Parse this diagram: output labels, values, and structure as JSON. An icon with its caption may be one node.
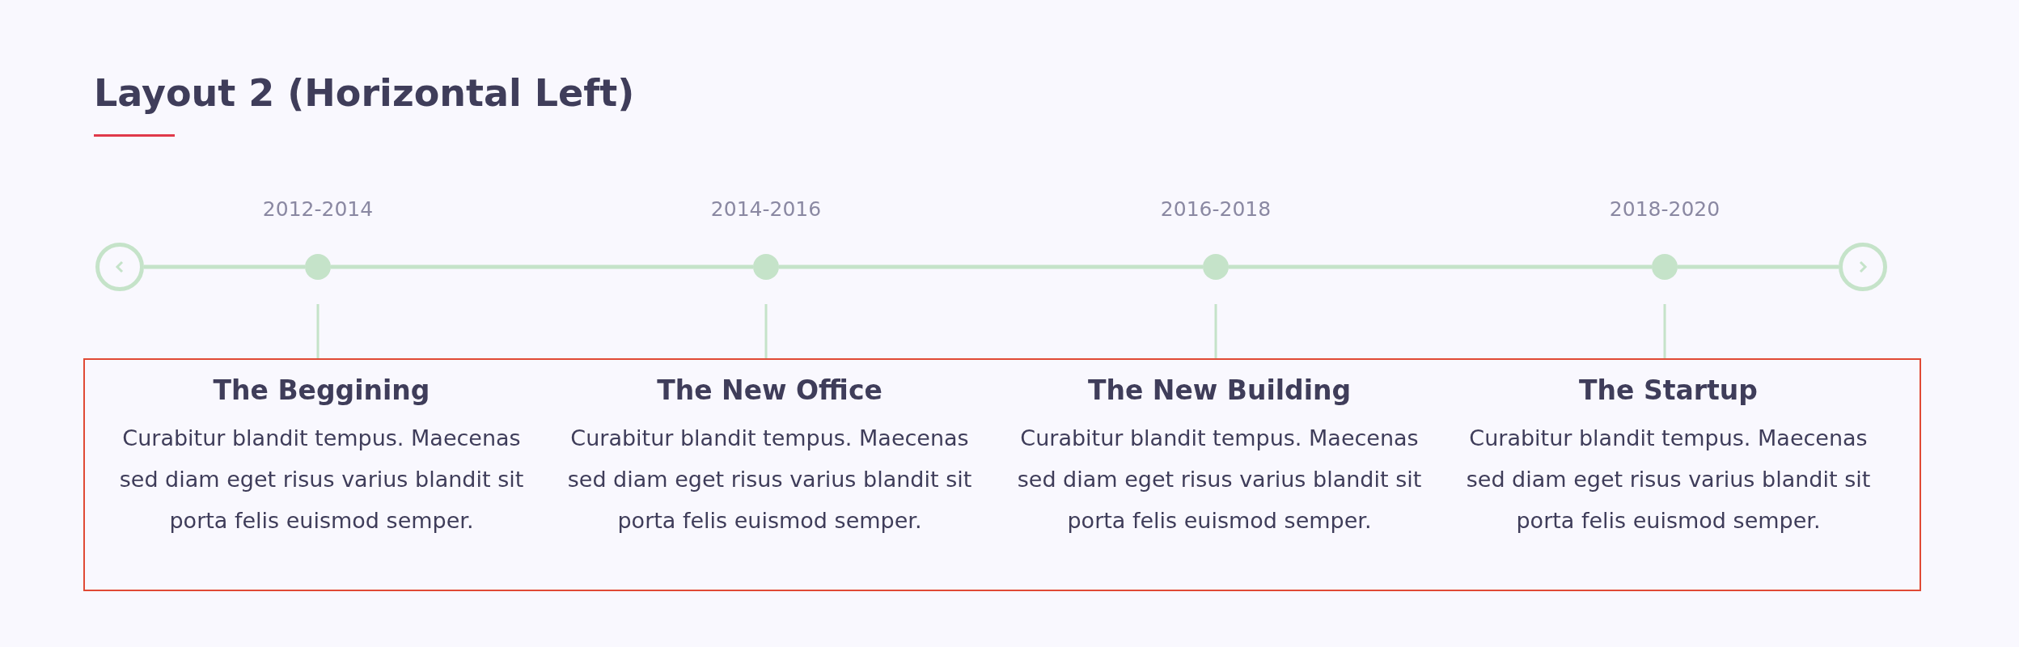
{
  "diagram": {
    "title": "Layout 2 (Horizontal Left)",
    "nodes": [
      {
        "text": [],
        "shape": "circle"
      },
      {
        "text": [],
        "shape": "circle",
        "beside": [
          "2012-2014"
        ]
      },
      {
        "text": [],
        "shape": "circle",
        "beside": [
          "2014-2016"
        ]
      },
      {
        "text": [],
        "shape": "circle",
        "beside": [
          "2016-2018"
        ]
      },
      {
        "text": [],
        "shape": "circle",
        "beside": [
          "2018-2020"
        ]
      },
      {
        "text": [],
        "shape": "circle"
      },
      {
        "text": [],
        "shape": "box"
      },
      {
        "text": [
          "The Beggining",
          "Curabitur blandit tempus. Maecenas sed diam eget risus varius blandit sit porta felis euismod semper."
        ],
        "in": 6
      },
      {
        "text": [
          "The New Office",
          "Curabitur blandit tempus. Maecenas sed diam eget risus varius blandit sit porta felis euismod semper."
        ],
        "in": 6
      },
      {
        "text": [
          "The New Building",
          "Curabitur blandit tempus. Maecenas sed diam eget risus varius blandit sit porta felis euismod semper."
        ],
        "in": 6
      },
      {
        "text": [
          "The Startup",
          "Curabitur blandit tempus. Maecenas sed diam eget risus varius blandit sit porta felis euismod semper."
        ],
        "in": 6
      }
    ],
    "edges": [
      {
        "from": 0,
        "to": 1,
        "arrow": "none"
      },
      {
        "from": 1,
        "to": 2,
        "arrow": "none"
      },
      {
        "from": 2,
        "to": 3,
        "arrow": "none"
      },
      {
        "from": 3,
        "to": 4,
        "arrow": "none"
      },
      {
        "from": 4,
        "to": 5,
        "arrow": "none"
      },
      {
        "from": 1,
        "to": 7,
        "arrow": "none"
      },
      {
        "from": 2,
        "to": 8,
        "arrow": "none"
      },
      {
        "from": 3,
        "to": 9,
        "arrow": "none"
      },
      {
        "from": 4,
        "to": 10,
        "arrow": "none"
      }
    ]
  }
}
